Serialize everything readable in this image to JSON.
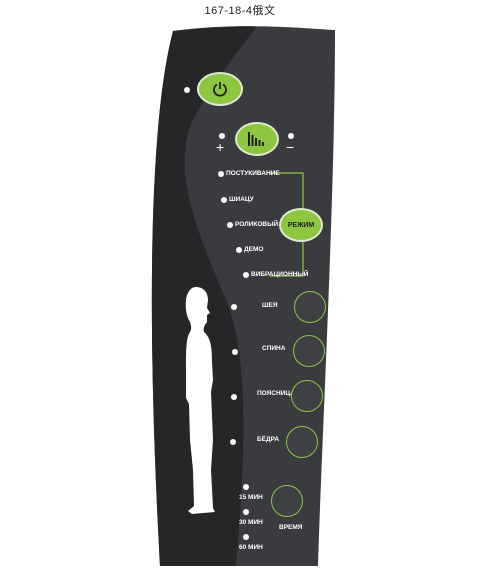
{
  "caption": "167-18-4俄文",
  "colors": {
    "accent": "#8dc63f",
    "panel_dark": "#2b2c2e",
    "panel_mid": "#4a4c4f"
  },
  "controls": {
    "power_icon": "power-icon",
    "intensity_icon": "bars-icon",
    "plus": "+",
    "minus": "−"
  },
  "modes": {
    "items": [
      "ПОСТУКИВАНИЕ",
      "ШИАЦУ",
      "РОЛИКОВЫЙ",
      "ДЕМО",
      "ВИБРАЦИОННЫЙ"
    ],
    "button_label": "РЕЖИМ"
  },
  "zones": {
    "items": [
      "ШЕЯ",
      "СПИНА",
      "ПОЯСНИЦА",
      "БЁДРА"
    ]
  },
  "timer": {
    "items": [
      "15 МИН",
      "30 МИН",
      "60 МИН"
    ],
    "button_label": "ВРЕМЯ"
  }
}
